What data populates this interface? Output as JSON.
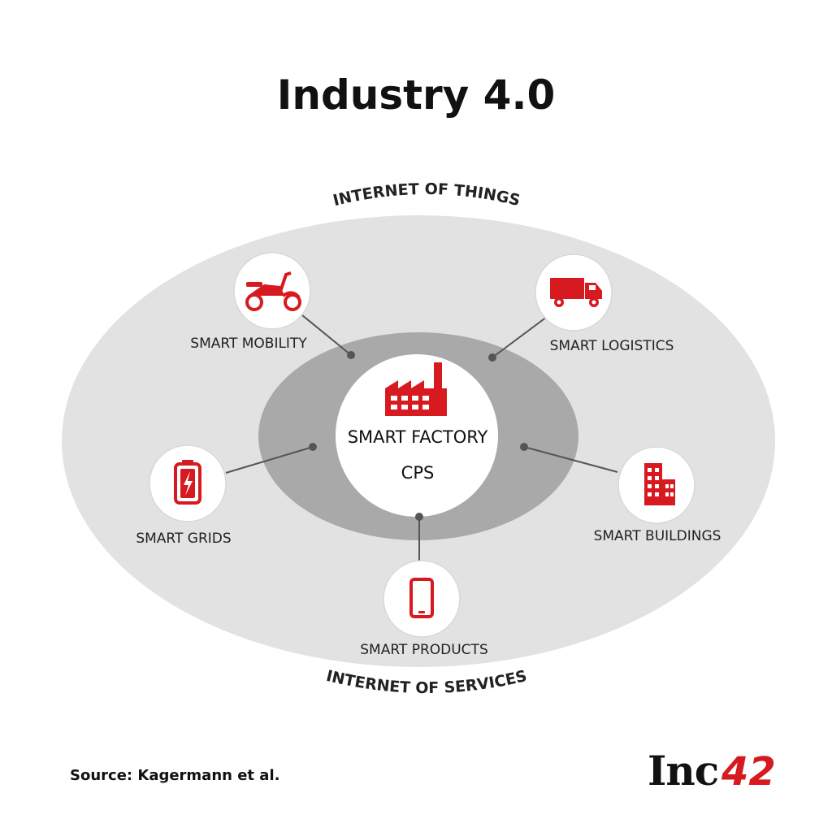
{
  "title": "Industry 4.0",
  "outer_top_label": "INTERNET OF THINGS",
  "outer_bottom_label": "INTERNET OF SERVICES",
  "center": {
    "line1": "SMART FACTORY",
    "line2": "CPS"
  },
  "nodes": {
    "mobility": "SMART MOBILITY",
    "logistics": "SMART LOGISTICS",
    "grids": "SMART GRIDS",
    "buildings": "SMART BUILDINGS",
    "products": "SMART PRODUCTS"
  },
  "source": "Source: Kagermann et al.",
  "logo": {
    "text": "Inc",
    "digits": "42"
  },
  "colors": {
    "accent": "#d71920",
    "outer_ellipse": "#e2e2e2",
    "inner_ellipse": "#a9a9a9",
    "connector": "#555555"
  }
}
